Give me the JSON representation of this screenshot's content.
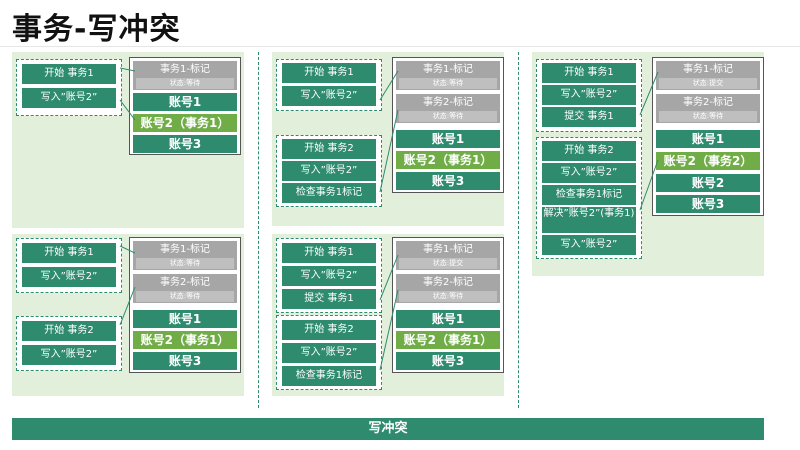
{
  "title": "事务-写冲突",
  "banner": "写冲突",
  "ops": {
    "begin1": "开始 事务1",
    "write1": "写入”账号2”",
    "commit1": "提交 事务1",
    "begin2": "开始 事务2",
    "write2": "写入”账号2”",
    "check": "检查事务1标记",
    "resolve": "解决”账号2”(事务1)",
    "write_final": "写入”账号2”"
  },
  "marks": {
    "t1": "事务1-标记",
    "t2": "事务2-标记",
    "wait": "状态:等待",
    "commit": "状态:提交"
  },
  "accounts": {
    "a1": "账号1",
    "a2t1": "账号2（事务1）",
    "a2t2": "账号2（事务2）",
    "a2": "账号2",
    "a3": "账号3"
  },
  "colors": {
    "primary": "#2e8b6e",
    "highlight": "#70ad47",
    "panel": "#e2efda",
    "mark": "#a6a6a6"
  }
}
